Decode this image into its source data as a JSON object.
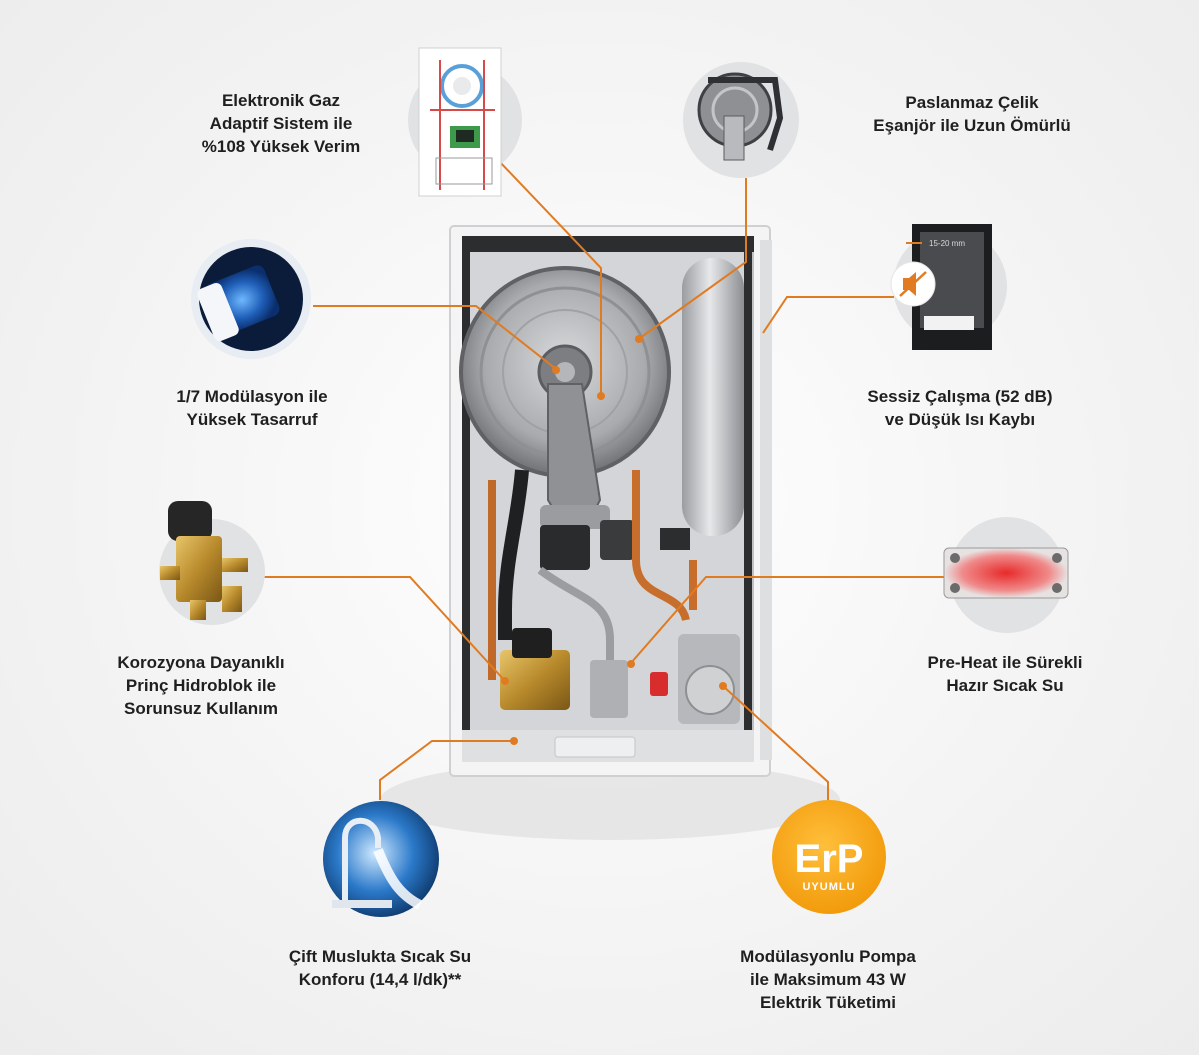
{
  "features": {
    "gas_adaptive": {
      "lines": [
        "Elektronik Gaz",
        "Adaptif Sistem ile",
        "%108 Yüksek Verim"
      ],
      "icon": "gas-adaptive-control-icon"
    },
    "stainless_exchanger": {
      "lines": [
        "Paslanmaz Çelik",
        "Eşanjör ile Uzun Ömürlü"
      ],
      "icon": "stainless-heat-exchanger-icon"
    },
    "modulation": {
      "lines": [
        "1/7 Modülasyon ile",
        "Yüksek Tasarruf"
      ],
      "icon": "blue-burner-icon"
    },
    "silent": {
      "lines": [
        "Sessiz Çalışma (52 dB)",
        "ve Düşük Isı Kaybı"
      ],
      "icon": "muted-speaker-icon",
      "dimension_text": "15-20 mm"
    },
    "hydroblock": {
      "lines": [
        "Korozyona Dayanıklı",
        "Prinç Hidroblok ile",
        "Sorunsuz Kullanım"
      ],
      "icon": "brass-hydroblock-icon"
    },
    "preheat": {
      "lines": [
        "Pre-Heat ile Sürekli",
        "Hazır Sıcak Su"
      ],
      "icon": "plate-heat-exchanger-icon"
    },
    "double_tap": {
      "lines": [
        "Çift Muslukta Sıcak Su",
        "Konforu (14,4 l/dk)**"
      ],
      "icon": "water-faucet-icon"
    },
    "pump": {
      "lines": [
        "Modülasyonlu Pompa",
        "ile Maksimum 43 W",
        "Elektrik Tüketimi"
      ]
    }
  },
  "erp_badge": {
    "main": "ErP",
    "sub": "UYUMLU"
  },
  "colors": {
    "connector": "#e07b22",
    "badge": "#f5a415",
    "text": "#1f1f1f"
  }
}
